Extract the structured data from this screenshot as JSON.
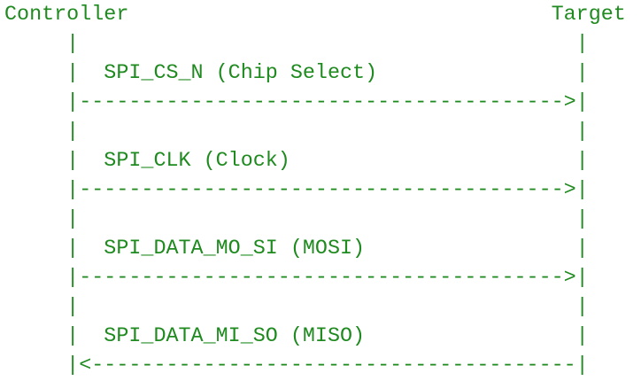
{
  "participants": {
    "controller": "Controller",
    "target": "Target"
  },
  "header_line": "Controller                                  Target",
  "lines": [
    "     |                                        |",
    "     |  SPI_CS_N (Chip Select)                |",
    "     |--------------------------------------->|",
    "     |                                        |",
    "     |  SPI_CLK (Clock)                       |",
    "     |--------------------------------------->|",
    "     |                                        |",
    "     |  SPI_DATA_MO_SI (MOSI)                 |",
    "     |--------------------------------------->|",
    "     |                                        |",
    "     |  SPI_DATA_MI_SO (MISO)                 |",
    "     |<---------------------------------------|"
  ],
  "signals": [
    {
      "label": "SPI_CS_N (Chip Select)",
      "direction": "controller-to-target"
    },
    {
      "label": "SPI_CLK (Clock)",
      "direction": "controller-to-target"
    },
    {
      "label": "SPI_DATA_MO_SI (MOSI)",
      "direction": "controller-to-target"
    },
    {
      "label": "SPI_DATA_MI_SO (MISO)",
      "direction": "target-to-controller"
    }
  ],
  "colors": {
    "text": "#1f8a1f",
    "background": "#ffffff"
  }
}
